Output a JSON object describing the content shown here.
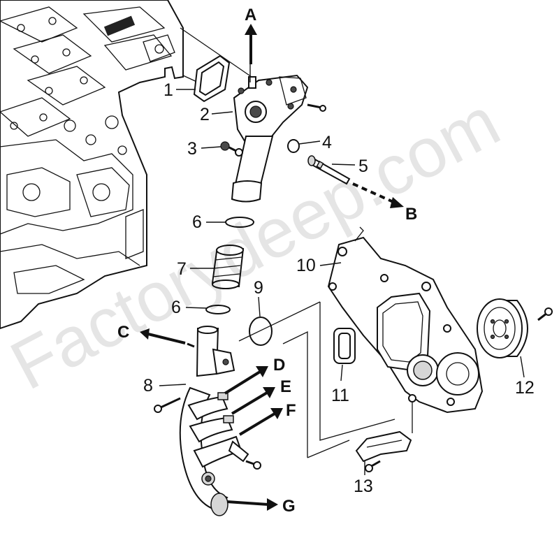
{
  "watermark": "Factorydeep.com",
  "callouts": {
    "c1": "1",
    "c2": "2",
    "c3": "3",
    "c4": "4",
    "c5": "5",
    "c6a": "6",
    "c7": "7",
    "c6b": "6",
    "c8": "8",
    "c9": "9",
    "c10": "10",
    "c11": "11",
    "c12": "12",
    "c13": "13"
  },
  "flow_letters": {
    "A": "A",
    "B": "B",
    "C": "C",
    "D": "D",
    "E": "E",
    "F": "F",
    "G": "G"
  }
}
